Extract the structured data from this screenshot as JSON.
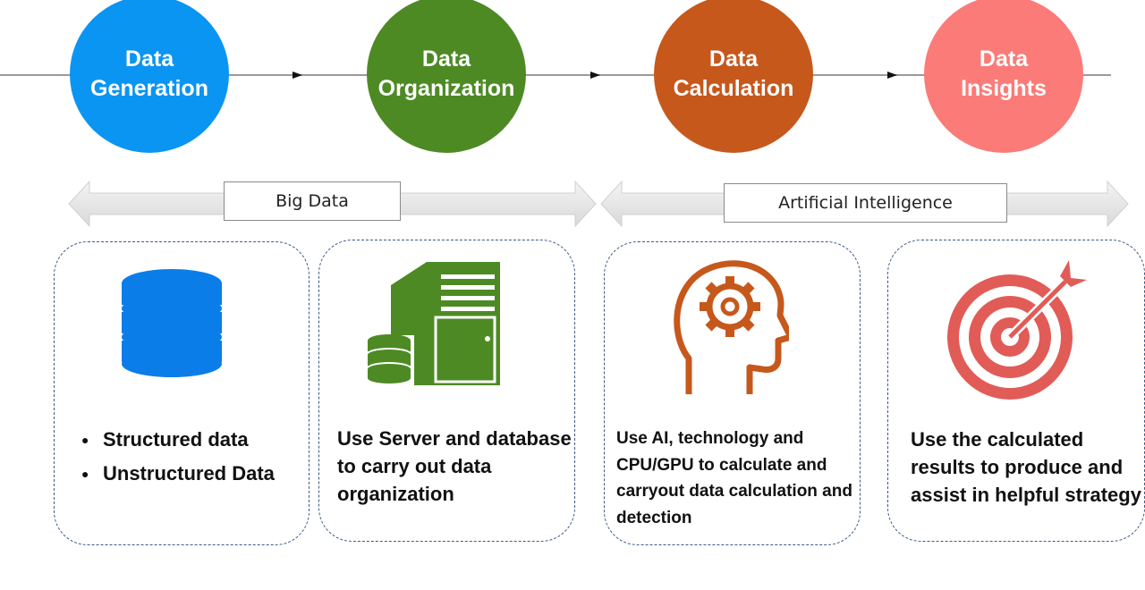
{
  "stages": [
    {
      "line1": "Data",
      "line2": "Generation",
      "color": "#0b95f2"
    },
    {
      "line1": "Data",
      "line2": "Organization",
      "color": "#4d8a24"
    },
    {
      "line1": "Data",
      "line2": "Calculation",
      "color": "#c6581c"
    },
    {
      "line1": "Data",
      "line2": "Insights",
      "color": "#fb7b78"
    }
  ],
  "banners": [
    {
      "label": "Big Data"
    },
    {
      "label": "Artificial Intelligence"
    }
  ],
  "cards": [
    {
      "icon": "database-icon",
      "bullets": [
        "Structured data",
        "Unstructured Data"
      ]
    },
    {
      "icon": "server-database-icon",
      "text": "Use Server and database to carry out data organization"
    },
    {
      "icon": "ai-head-gear-icon",
      "text": "Use AI, technology and CPU/GPU to calculate and carryout data calculation and detection"
    },
    {
      "icon": "target-arrow-icon",
      "text": "Use the calculated results to produce and assist in helpful strategy"
    }
  ],
  "colors": {
    "generation": "#0b95f2",
    "organization": "#4d8a24",
    "calculation": "#c6581c",
    "insights": "#fb7b78",
    "card_border": "#3d5a88",
    "arrow_fill": "#e6e6e6"
  }
}
